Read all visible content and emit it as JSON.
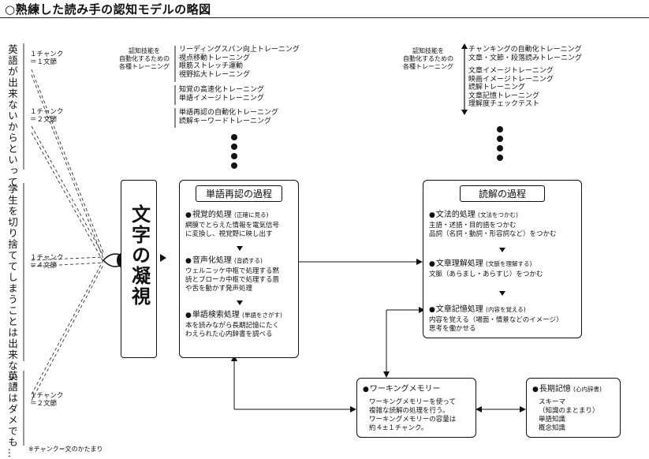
{
  "title": "○熟練した読み手の認知モデルの略図",
  "left_vertical": {
    "part1": "英語が出来ないからといって、",
    "part2": "学生を切り捨ててしまうことは出来ない。",
    "part3": "英語はダメでも…"
  },
  "chunks": [
    {
      "line1": "１チャンク",
      "line2": "＝１文節"
    },
    {
      "line1": "１チャンク",
      "line2": "＝２文節"
    },
    {
      "line1": "１チャンク",
      "line2": "＝４文節"
    },
    {
      "line1": "１チャンク",
      "line2": "＝２文節"
    }
  ],
  "footnote": "※チャンク＝文のかたまり",
  "gaze": {
    "line1": "文字の",
    "line2": "凝視"
  },
  "training_left": {
    "label": [
      "認知技能を",
      "自動化するための",
      "各種トレーニング"
    ],
    "group1": [
      "リーディングスパン向上トレーニング",
      "視点移動トレーニング",
      "眼筋ストレッチ運動",
      "視野拡大トレーニング"
    ],
    "group2": [
      "知覚の高速化トレーニング",
      "単語イメージトレーニング"
    ],
    "group3": [
      "単語再認の自動化トレーニング",
      "読解キーワードトレーニング"
    ]
  },
  "training_right": {
    "label": [
      "認知技能を",
      "自動化するための",
      "各種トレーニング"
    ],
    "group1": [
      "チャンキングの自動化トレーニング",
      "文章・文節・段落読みトレーニング"
    ],
    "group2": [
      "文章イメージトレーニング",
      "映画イメージトレーニング",
      "読解トレーニング",
      "文章記憶トレーニング",
      "理解度チェックテスト"
    ]
  },
  "word_recognition": {
    "title": "単語再認の過程",
    "sections": [
      {
        "head": "視覚的処理",
        "note": "(正確に見る)",
        "body": [
          "網膜でとらえた情報を電気信号",
          "に変換し、視覚野に映し出す"
        ]
      },
      {
        "head": "音声化処理",
        "note": "(音読する)",
        "body": [
          "ウェルニッケ中枢で処理する黙",
          "読とブローカ中枢で処理する唇",
          "や舌を動かす発声処理"
        ]
      },
      {
        "head": "単語検索処理",
        "note": "(単語をさがす)",
        "body": [
          "本を読みながら長期記憶にたく",
          "わえられた心内辞書を調べる"
        ]
      }
    ]
  },
  "reading_comprehension": {
    "title": "読解の過程",
    "sections": [
      {
        "head": "文法的処理",
        "note": "(文法をつかむ)",
        "body": [
          "主語・述語・目的語をつかむ",
          "品詞（名詞・動詞・形容詞など）をつかむ"
        ]
      },
      {
        "head": "文章理解処理",
        "note": "(文脈を理解する)",
        "body": [
          "文脈（あらまし・あらすじ）をつかむ"
        ]
      },
      {
        "head": "文章記憶処理",
        "note": "(内容を覚える)",
        "body": [
          "内容を覚える（場面・情景などのイメージ）",
          "思考を働かせる"
        ]
      }
    ]
  },
  "working_memory": {
    "head": "ワーキングメモリー",
    "body": [
      "ワーキングメモリーを使って",
      "複雑な読解の処理を行う。",
      "ワーキングメモリーの容量は",
      "約４±１チャンク。"
    ]
  },
  "long_term_memory": {
    "head": "長期記憶",
    "note": "(心内辞書)",
    "body": [
      "スキーマ",
      "（知識のまとまり）",
      "単語知識",
      "概念知識"
    ]
  }
}
